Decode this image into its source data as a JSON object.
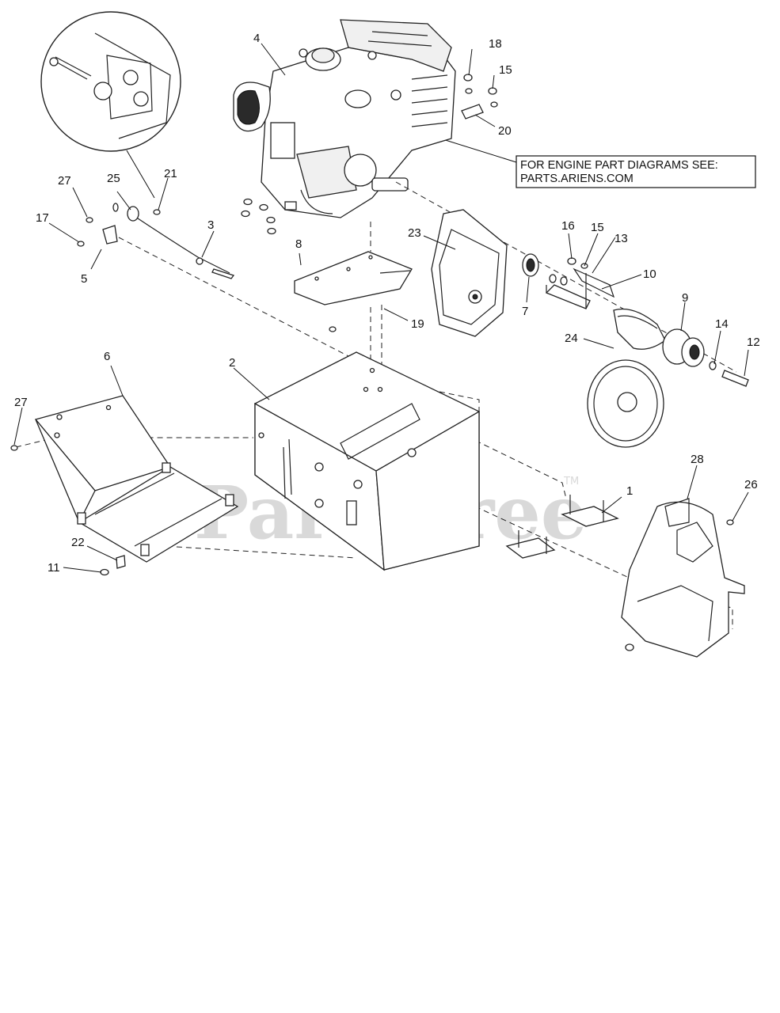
{
  "note": {
    "line1": "FOR ENGINE PART DIAGRAMS SEE:",
    "line2": "PARTS.ARIENS.COM"
  },
  "watermark": {
    "text": "PartsTree",
    "tm": "TM"
  },
  "callouts": [
    "1",
    "2",
    "3",
    "4",
    "5",
    "6",
    "7",
    "8",
    "9",
    "10",
    "11",
    "12",
    "13",
    "14",
    "15",
    "15",
    "16",
    "17",
    "18",
    "19",
    "20",
    "21",
    "22",
    "23",
    "24",
    "25",
    "26",
    "27",
    "27",
    "28"
  ]
}
